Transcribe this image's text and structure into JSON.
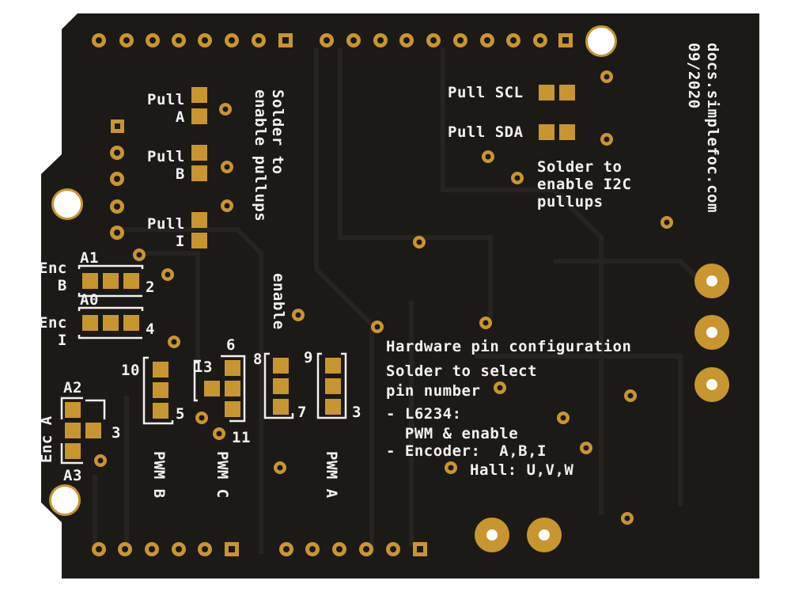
{
  "board": {
    "colors": {
      "substrate": "#1c1a17",
      "copper": "#262320",
      "gold": "#c9952f",
      "silk": "#f2f2f2",
      "background": "#ffffff"
    }
  },
  "labels": {
    "website": "docs.simplefoc.com",
    "date": "09/2020",
    "pullups_note": "Solder to\nenable pullups",
    "pull_a": "Pull\n   A",
    "pull_b": "Pull\n   B",
    "pull_i": "Pull\n   I",
    "pull_scl": "Pull SCL",
    "pull_sda": "Pull SDA",
    "i2c_note": "Solder to\nenable I2C\npullups",
    "enc_b": "Enc\n  B",
    "enc_i": "Enc\n  I",
    "a1": "A1",
    "a0": "A0",
    "num_2": "2",
    "num_4": "4",
    "a2": "A2",
    "a3": "A3",
    "enc_a": "Enc A",
    "num_3a": "3",
    "num_10": "10",
    "num_5": "5",
    "num_13": "13",
    "num_6": "6",
    "num_11": "11",
    "num_8": "8",
    "num_7": "7",
    "num_9": "9",
    "num_3b": "3",
    "enable": "enable",
    "pwm_b": "PWM B",
    "pwm_c": "PWM C",
    "pwm_a": "PWM A",
    "hw_title": "Hardware pin configuration",
    "hw_select": "Solder to select\npin number",
    "hw_l6234": "- L6234:\n  PWM & enable",
    "hw_encoder": "- Encoder:  A,B,I",
    "hw_hall": "Hall: U,V,W"
  }
}
